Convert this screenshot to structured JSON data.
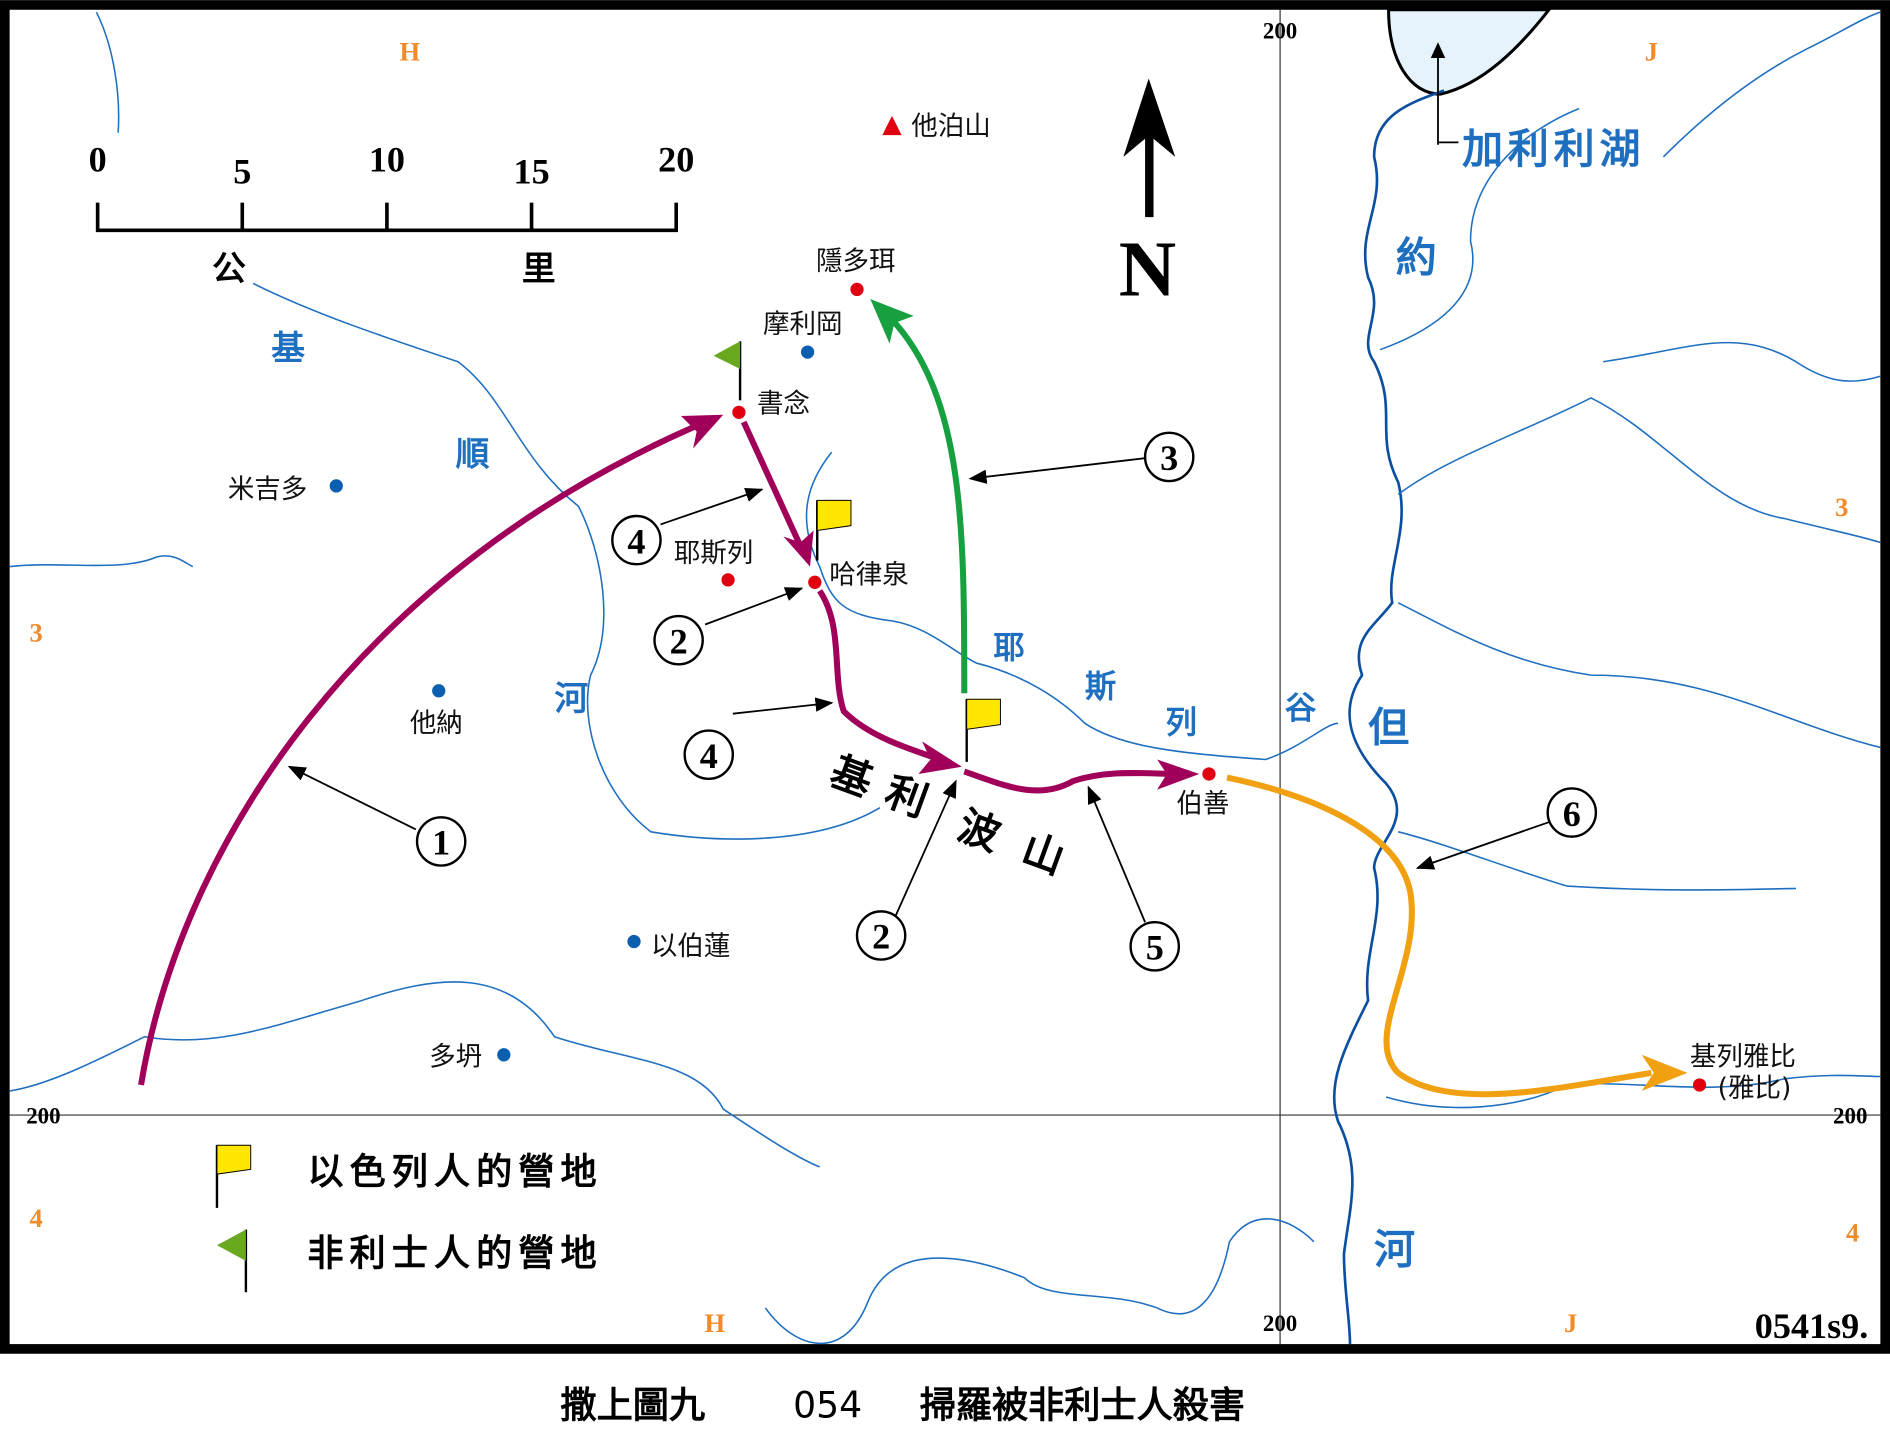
{
  "map": {
    "grid_columns": [
      "H",
      "J"
    ],
    "grid_rows": [
      "3",
      "4"
    ],
    "coord_label": "200",
    "map_code": "0541s9.",
    "north_label": "N",
    "colors": {
      "saul_route": "#a0005a",
      "green_route": "#16a040",
      "orange_route": "#f0a010",
      "river": "#1f6fc0",
      "grid_label": "#f08a2a",
      "city": "#e00010",
      "town": "#0b5fb0"
    }
  },
  "scale_bar": {
    "ticks": [
      "0",
      "5",
      "10",
      "15",
      "20"
    ],
    "unit_chars": [
      "公",
      "里"
    ]
  },
  "places": {
    "tabor": "他泊山",
    "endor": "隱多珥",
    "moreh": "摩利岡",
    "shunem": "書念",
    "michmethath": "米吉多",
    "jezreel": "耶斯列",
    "harod": "哈律泉",
    "taanach": "他納",
    "ibleam": "以伯蓮",
    "dothan": "多坍",
    "bethshan": "伯善",
    "jabesh": "基列雅比",
    "jabesh_alt": "(雅比)",
    "gilboa": [
      "基",
      "利",
      "波",
      "山"
    ],
    "galilee_lake": "加利利湖"
  },
  "water_labels": {
    "kishon": [
      "基",
      "順",
      "河"
    ],
    "jezreel_valley": [
      "耶",
      "斯",
      "列",
      "谷"
    ],
    "jordan": [
      "約",
      "但",
      "河"
    ]
  },
  "route_markers": [
    "1",
    "2",
    "2",
    "3",
    "4",
    "4",
    "5",
    "6"
  ],
  "legend": {
    "israel_camp": "以色列人的營地",
    "philistine_camp": "非利士人的營地"
  },
  "caption": {
    "series": "撒上圖九",
    "number": "054",
    "title": "掃羅被非利士人殺害"
  }
}
